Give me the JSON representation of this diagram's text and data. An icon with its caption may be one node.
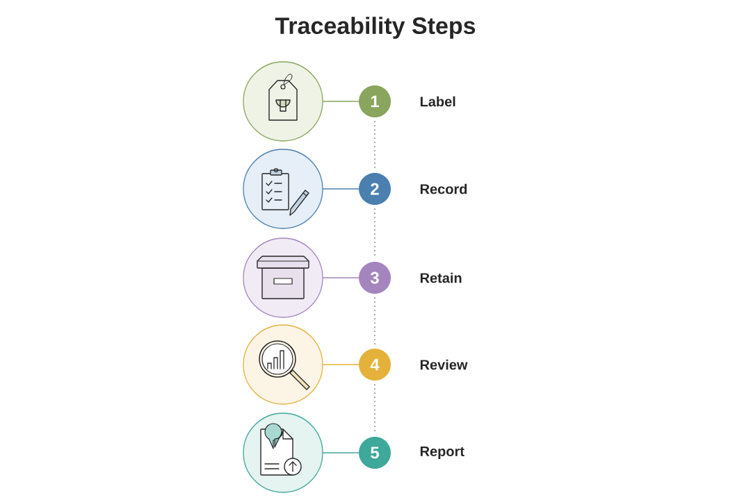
{
  "diagram": {
    "title": "Traceability Steps",
    "nodes": [
      {
        "text": [],
        "shape": "circle"
      },
      {
        "text": [
          "1"
        ],
        "beside": [
          "Label"
        ]
      },
      {
        "text": [],
        "shape": "circle"
      },
      {
        "text": [
          "2"
        ],
        "beside": [
          "Record"
        ]
      },
      {
        "text": [],
        "shape": "circle"
      },
      {
        "text": [
          "3"
        ],
        "beside": [
          "Retain"
        ]
      },
      {
        "text": [],
        "shape": "circle"
      },
      {
        "text": [
          "4"
        ],
        "beside": [
          "Review"
        ]
      },
      {
        "text": [],
        "shape": "circle"
      },
      {
        "text": [
          "5"
        ],
        "beside": [
          "Report"
        ]
      }
    ],
    "edges": [
      {
        "from": 0,
        "to": 1,
        "arrow": "none",
        "color": "#8aa55e"
      },
      {
        "from": 2,
        "to": 3,
        "arrow": "none",
        "color": "#4a7fb0"
      },
      {
        "from": 4,
        "to": 5,
        "arrow": "none",
        "color": "#a585bd"
      },
      {
        "from": 6,
        "to": 7,
        "arrow": "none",
        "color": "#e4b23a"
      },
      {
        "from": 8,
        "to": 9,
        "arrow": "none",
        "color": "#3ea89a"
      },
      {
        "from": 1,
        "to": 3,
        "arrow": "none",
        "style": "dashed"
      },
      {
        "from": 3,
        "to": 5,
        "arrow": "none",
        "style": "dashed"
      },
      {
        "from": 5,
        "to": 7,
        "arrow": "none",
        "style": "dashed"
      },
      {
        "from": 7,
        "to": 9,
        "arrow": "none",
        "style": "dashed"
      }
    ]
  }
}
